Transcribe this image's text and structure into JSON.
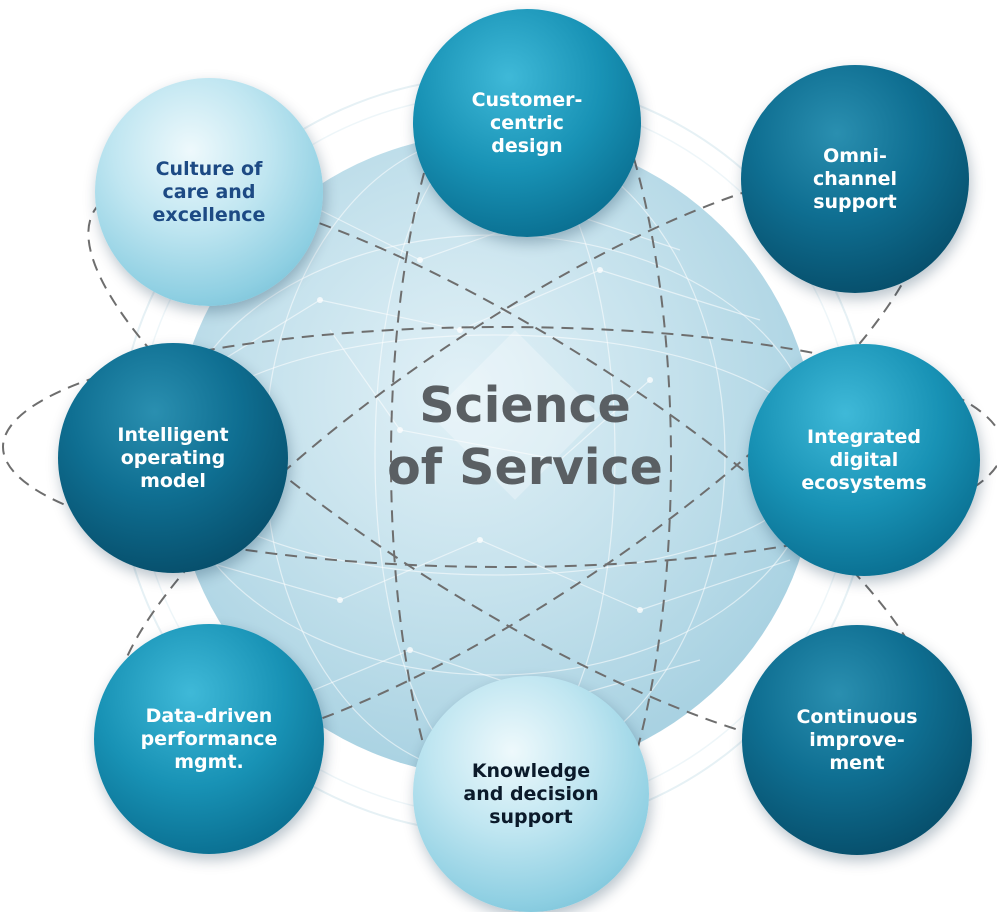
{
  "center_title": "Science\nof Service",
  "nodes": {
    "culture": "Culture of\ncare and\nexcellence",
    "customer": "Customer-\ncentric\ndesign",
    "omni": "Omni-\nchannel\nsupport",
    "intelligent": "Intelligent\noperating\nmodel",
    "integrated": "Integrated\ndigital\necosystems",
    "data": "Data-driven\nperformance\nmgmt.",
    "knowledge": "Knowledge\nand decision\nsupport",
    "continuous": "Continuous\nimprove-\nment"
  },
  "colors": {
    "globe": "#b9dbea",
    "light_node": "#a8dbea",
    "mid_node": "#1892b5",
    "dark_node": "#07506d",
    "light_node_text": "#1d4a84",
    "center_text": "#5a5f63",
    "orbit_line": "#6e6e6e"
  }
}
